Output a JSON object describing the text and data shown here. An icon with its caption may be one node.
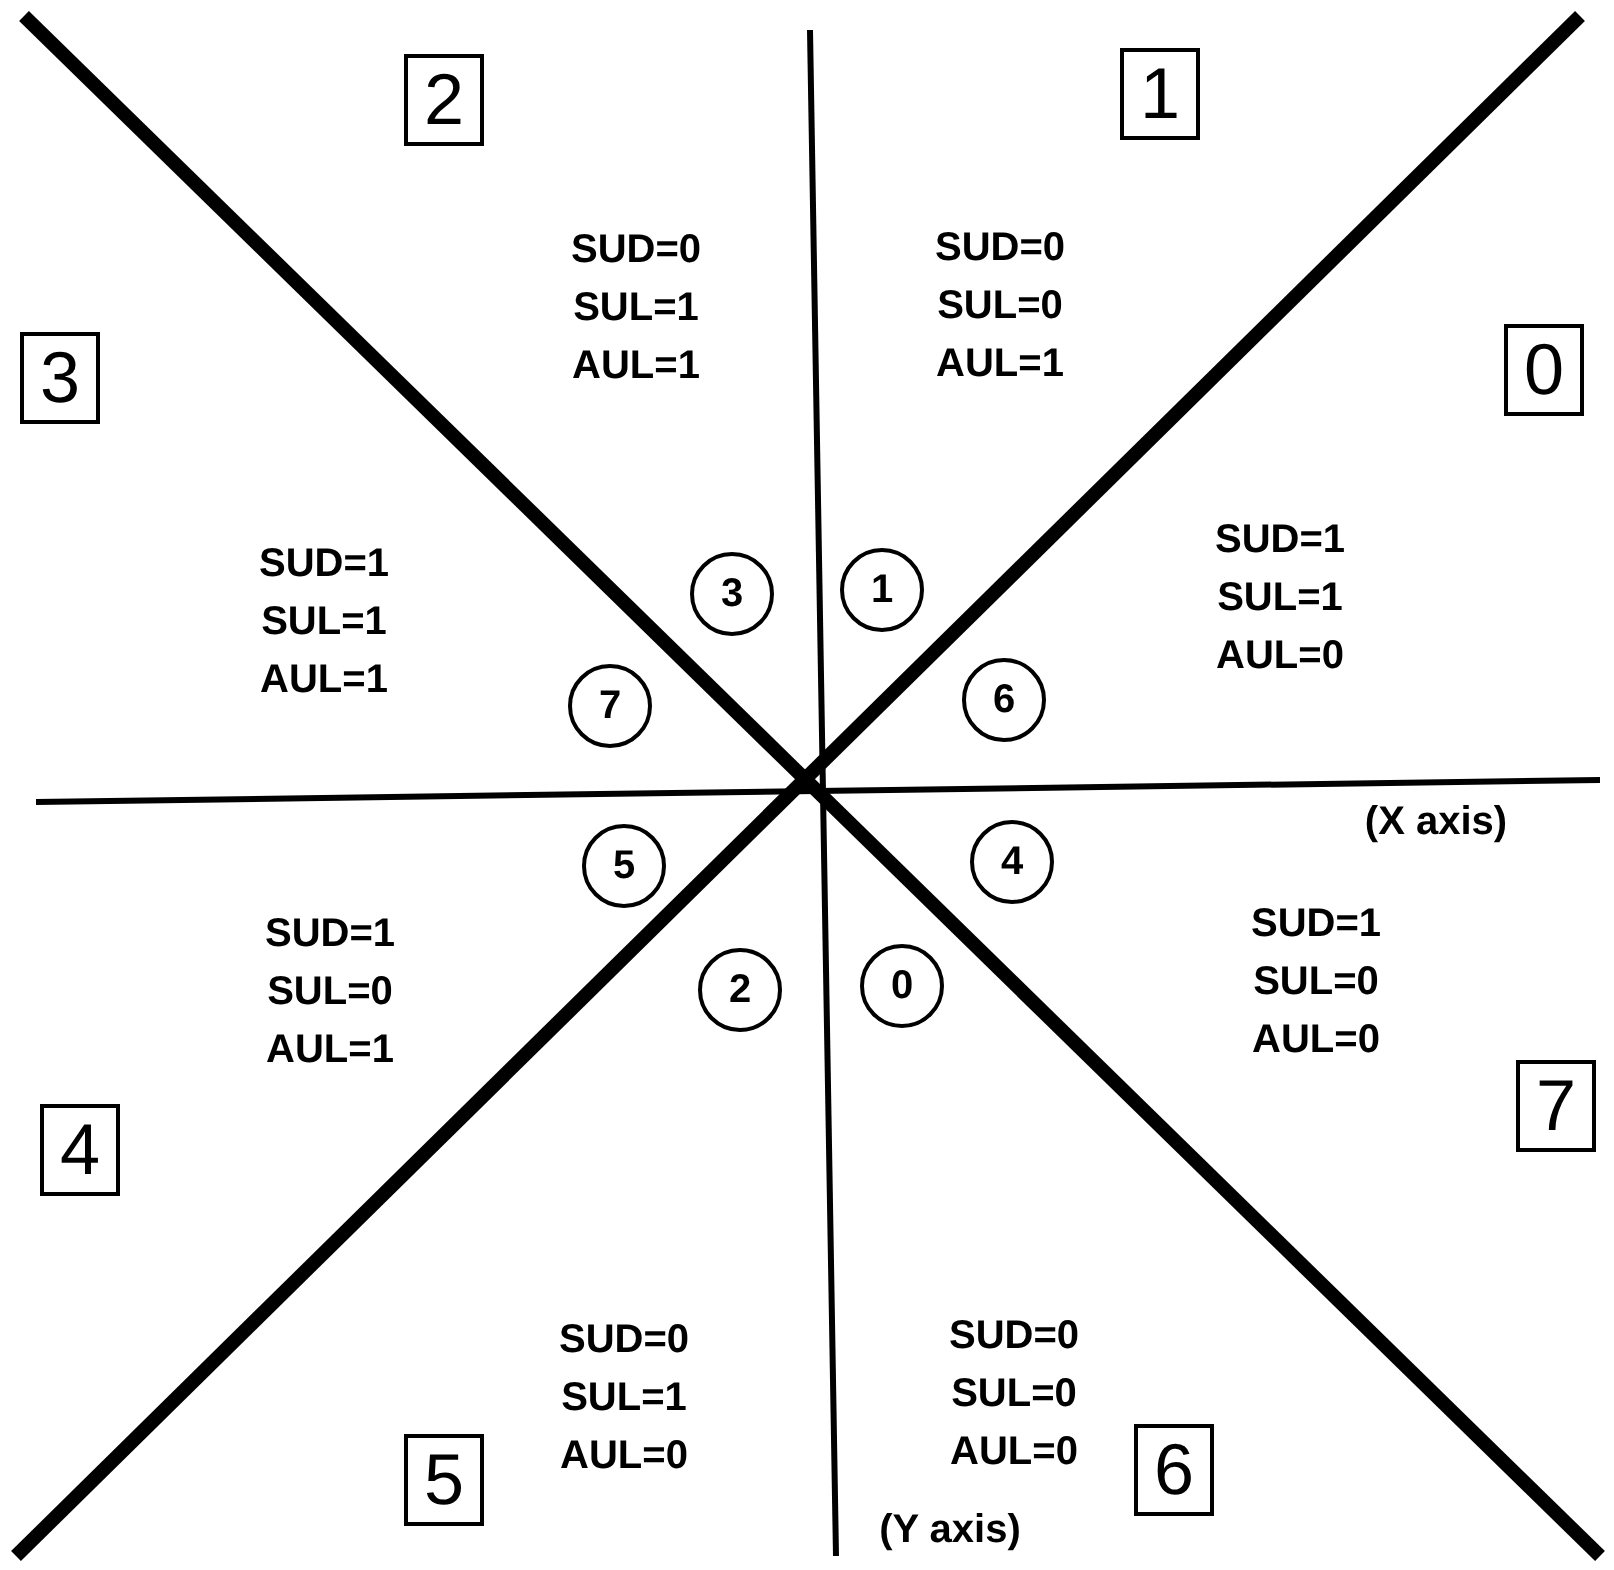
{
  "diagram": {
    "nodes": [
      {
        "text": [
          "2"
        ]
      },
      {
        "text": [
          "1"
        ]
      },
      {
        "text": [
          "3"
        ]
      },
      {
        "text": [
          "0"
        ]
      },
      {
        "text": [
          "3"
        ]
      },
      {
        "text": [
          "1"
        ]
      },
      {
        "text": [
          "7"
        ]
      },
      {
        "text": [
          "6"
        ]
      },
      {
        "text": [
          "5"
        ]
      },
      {
        "text": [
          "4"
        ]
      },
      {
        "text": [
          "2"
        ]
      },
      {
        "text": [
          "0"
        ]
      },
      {
        "text": [
          "7"
        ]
      },
      {
        "text": [
          "4"
        ]
      },
      {
        "text": [
          "6"
        ]
      },
      {
        "text": [
          "5"
        ]
      }
    ],
    "edges": [],
    "labels": [
      "SUD=0",
      "SUL=1",
      "AUL=1",
      "SUD=0",
      "SUL=0",
      "AUL=1",
      "SUD=1",
      "SUL=1",
      "AUL=0",
      "SUD=1",
      "SUL=1",
      "AUL=1",
      "(X axis)",
      "SUD=1",
      "SUL=0",
      "AUL=1",
      "SUD=1",
      "SUL=0",
      "AUL=0",
      "SUD=0",
      "SUL=1",
      "AUL=0",
      "SUD=0",
      "SUL=0",
      "AUL=0",
      "(Y axis)"
    ]
  }
}
